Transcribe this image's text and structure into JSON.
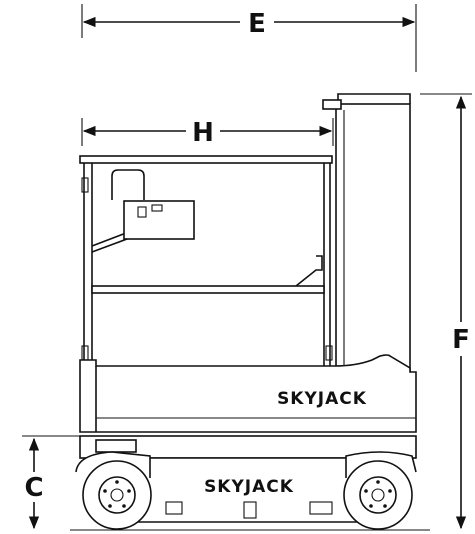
{
  "dimensions": {
    "E": "E",
    "H": "H",
    "F": "F",
    "C": "C"
  },
  "branding": {
    "upper_logo": "SKYJACK",
    "lower_logo": "SKYJACK"
  },
  "colors": {
    "line": "#111111",
    "background": "#ffffff"
  }
}
